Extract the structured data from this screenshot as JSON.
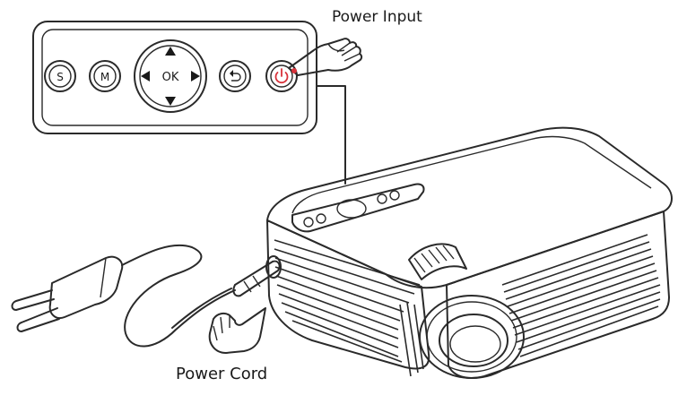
{
  "callouts": {
    "power_input": "Power Input",
    "power_cord": "Power Cord"
  },
  "control_panel": {
    "buttons": {
      "source": "S",
      "menu": "M",
      "ok": "OK"
    },
    "icons": [
      "up-arrow-icon",
      "down-arrow-icon",
      "left-arrow-icon",
      "right-arrow-icon",
      "back-icon",
      "power-icon"
    ]
  },
  "colors": {
    "power_indicator": "#d8323a",
    "line": "#2a2a2a"
  }
}
